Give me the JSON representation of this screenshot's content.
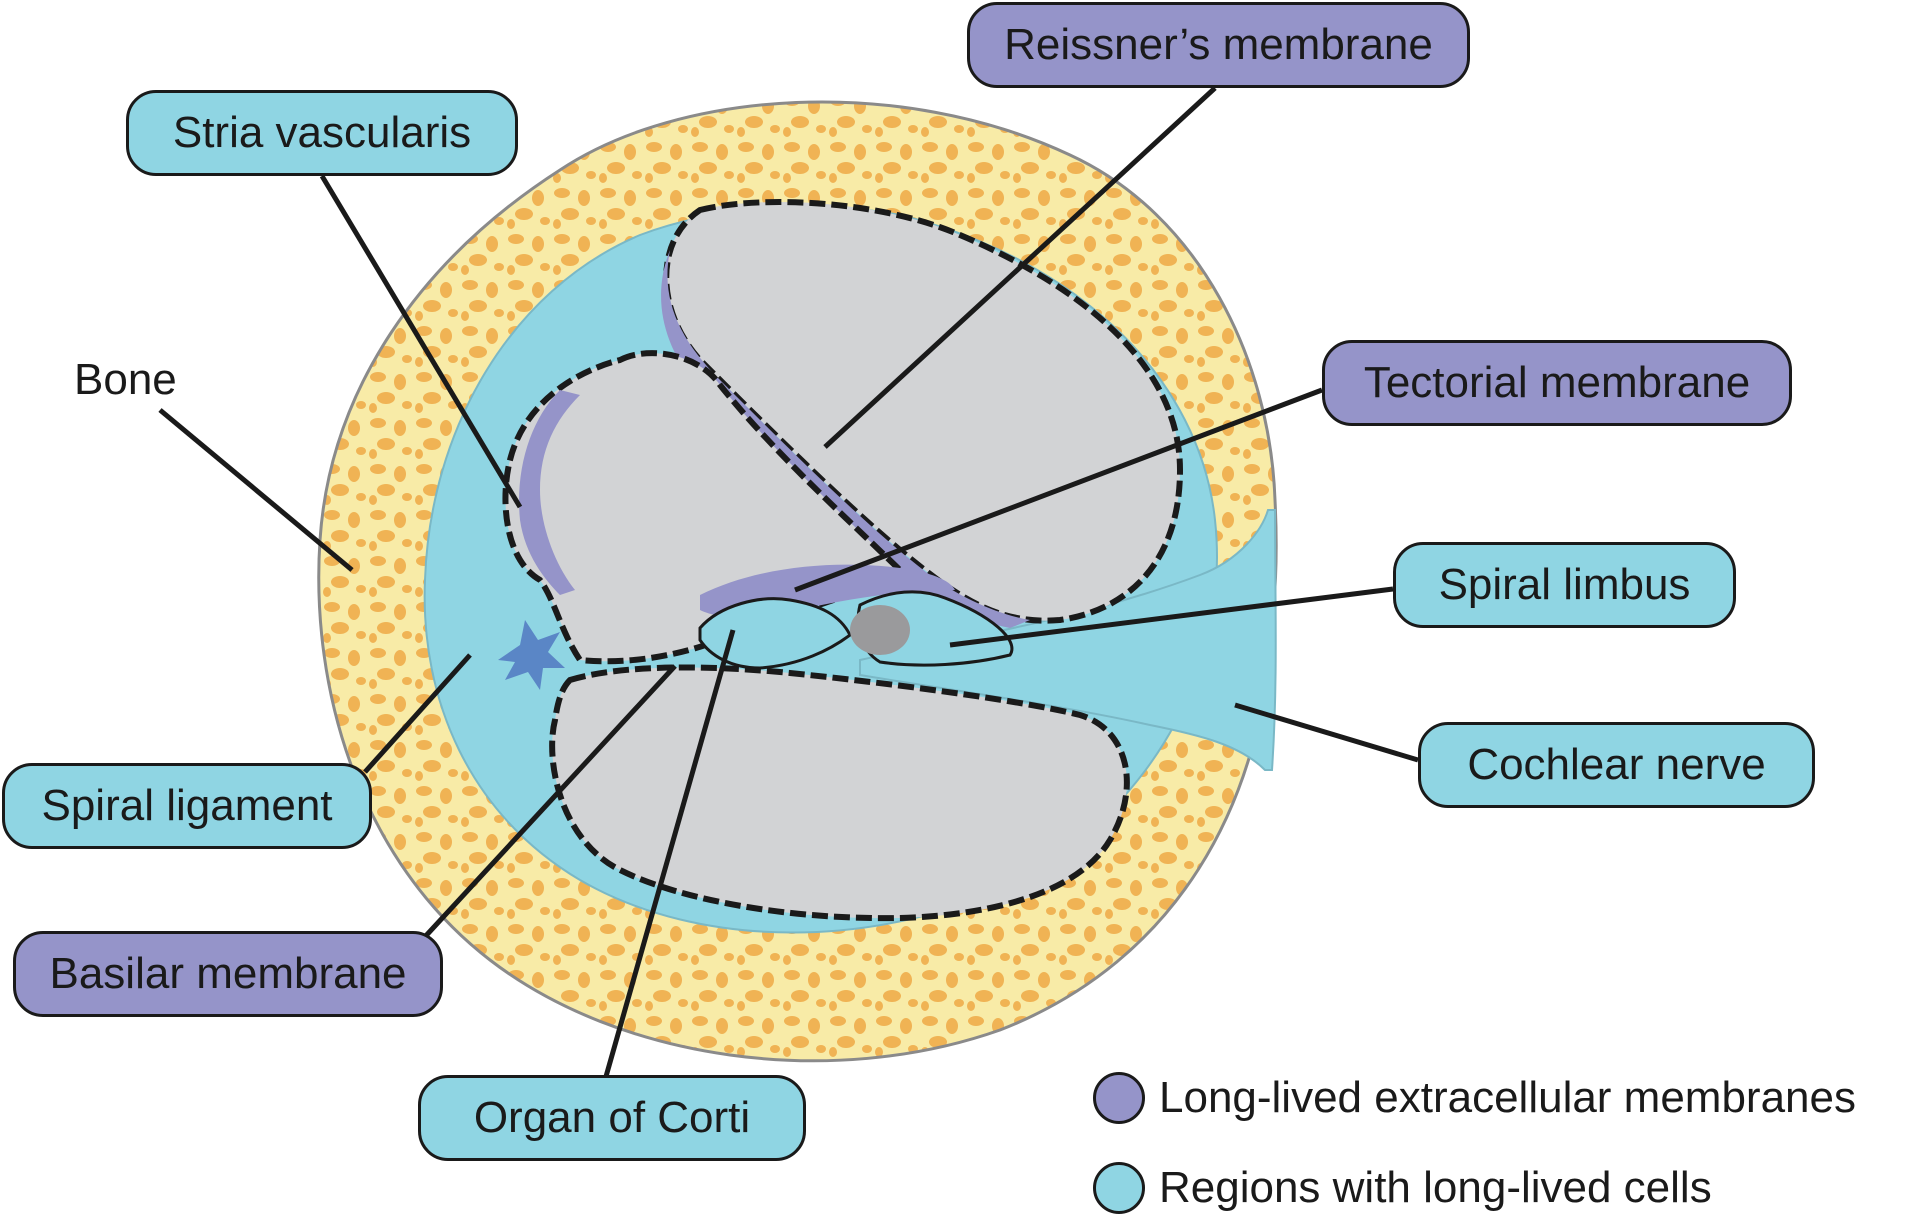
{
  "labels": {
    "reissners_membrane": "Reissner’s membrane",
    "stria_vascularis": "Stria vascularis",
    "bone": "Bone",
    "tectorial_membrane": "Tectorial membrane",
    "spiral_limbus": "Spiral limbus",
    "cochlear_nerve": "Cochlear nerve",
    "spiral_ligament": "Spiral ligament",
    "basilar_membrane": "Basilar membrane",
    "organ_of_corti": "Organ of Corti"
  },
  "legend": [
    {
      "label": "Long-lived extracellular membranes",
      "color": "#9594c9"
    },
    {
      "label": "Regions with long-lived cells",
      "color": "#8fd5e3"
    }
  ],
  "colors": {
    "bone": "#f8eba7",
    "bone_pores": "#f0b354",
    "cyan_tissue": "#8fd5e3",
    "membrane_purple": "#9594c9",
    "duct_gray": "#d2d3d5"
  }
}
